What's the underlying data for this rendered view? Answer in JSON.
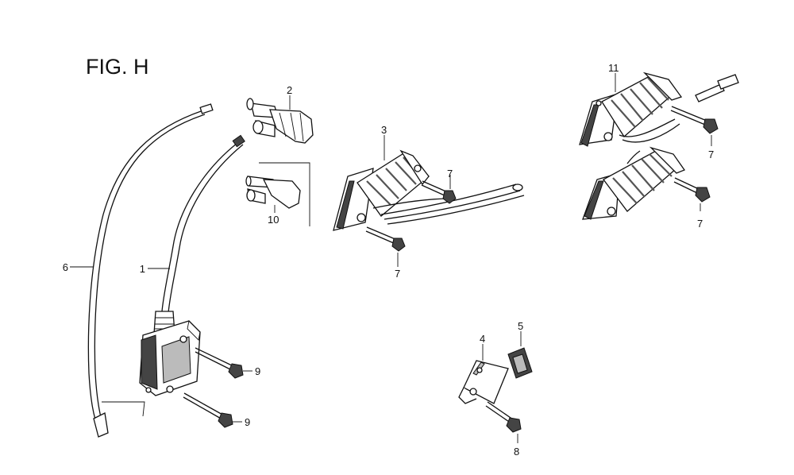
{
  "figure": {
    "title": "FIG. H"
  },
  "callouts": {
    "c1": "1",
    "c2": "2",
    "c3": "3",
    "c4": "4",
    "c5": "5",
    "c6": "6",
    "c7a": "7",
    "c7b": "7",
    "c7c": "7",
    "c7d": "7",
    "c8": "8",
    "c9a": "9",
    "c9b": "9",
    "c10": "10",
    "c11": "11"
  }
}
